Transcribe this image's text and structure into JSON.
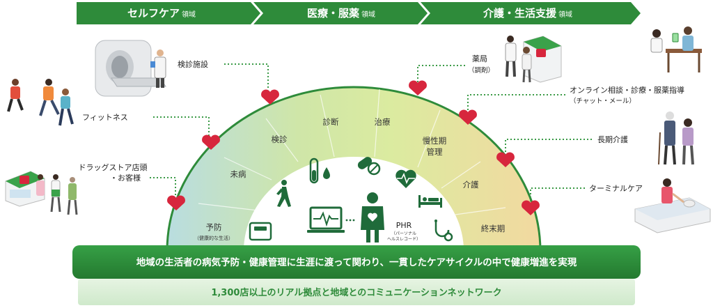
{
  "phases": [
    {
      "main": "セルフケア",
      "sub": "領域"
    },
    {
      "main": "医療・服薬",
      "sub": "領域"
    },
    {
      "main": "介護・生活支援",
      "sub": "領域"
    }
  ],
  "segments": {
    "prevention": "予防",
    "prevention_note": "（健康的な生活）",
    "pre_disease": "未病",
    "checkup": "検診",
    "diagnosis": "診断",
    "treatment": "治療",
    "chronic_1": "慢性期",
    "chronic_2": "管理",
    "care": "介護",
    "end_of_life": "終末期"
  },
  "phr": {
    "label": "PHR",
    "sub1": "（パーソナル",
    "sub2": "ヘルスレコード）"
  },
  "touchpoints": {
    "checkup_facility": "検診施設",
    "fitness": "フィットネス",
    "drugstore_1": "ドラッグストア店頭",
    "drugstore_2": "・お客様",
    "pharmacy_1": "薬局",
    "pharmacy_2": "（調剤）",
    "online_1": "オンライン相談・診療・服薬指導",
    "online_2": "（チャット・メール）",
    "long_term_care": "長期介護",
    "terminal_care": "ターミナルケア"
  },
  "banner": {
    "main": "地域の生活者の病気予防・健康管理に生涯に渡って関わり、一貫したケアサイクルの中で健康増進を実現",
    "sub": "1,300店以上のリアル拠点と地域とのコミュニケーションネットワーク"
  },
  "colors": {
    "brand_green": "#2e8b3a",
    "heart_red": "#d7263d",
    "dots_green": "#3a9a46"
  },
  "icons": [
    "body-scale-icon",
    "walking-person-icon",
    "test-tube-icon",
    "blood-drop-icon",
    "pills-icon",
    "heart-pulse-icon",
    "monitor-ecg-icon",
    "person-heart-icon",
    "hospital-bed-icon",
    "stethoscope-icon"
  ]
}
